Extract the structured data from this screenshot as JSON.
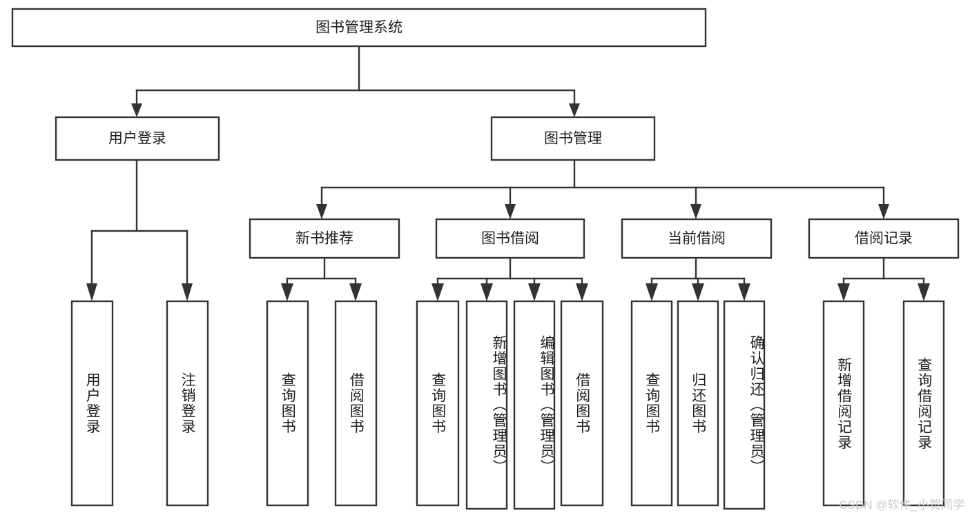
{
  "diagram": {
    "title": "图书管理系统",
    "type": "hierarchy-tree",
    "root": {
      "id": "root",
      "label": "图书管理系统"
    },
    "level2": [
      {
        "id": "user-login",
        "label": "用户登录"
      },
      {
        "id": "book-manage",
        "label": "图书管理"
      }
    ],
    "level3": [
      {
        "id": "new-book-recommend",
        "label": "新书推荐"
      },
      {
        "id": "book-borrow",
        "label": "图书借阅"
      },
      {
        "id": "current-borrow",
        "label": "当前借阅"
      },
      {
        "id": "borrow-record",
        "label": "借阅记录"
      }
    ],
    "leaves": {
      "user_login": [
        {
          "id": "leaf-user-login",
          "label": "用户登录"
        },
        {
          "id": "leaf-logout-login",
          "label": "注销登录"
        }
      ],
      "new_book_recommend": [
        {
          "id": "leaf-query-book-1",
          "label": "查询图书"
        },
        {
          "id": "leaf-borrow-book-1",
          "label": "借阅图书"
        }
      ],
      "book_borrow": [
        {
          "id": "leaf-query-book-2",
          "label": "查询图书"
        },
        {
          "id": "leaf-add-book-admin",
          "label": "新增图书（管理员）"
        },
        {
          "id": "leaf-edit-book-admin",
          "label": "编辑图书（管理员）"
        },
        {
          "id": "leaf-borrow-book-2",
          "label": "借阅图书"
        }
      ],
      "current_borrow": [
        {
          "id": "leaf-query-book-3",
          "label": "查询图书"
        },
        {
          "id": "leaf-return-book",
          "label": "归还图书"
        },
        {
          "id": "leaf-confirm-return-admin",
          "label": "确认归还（管理员）"
        }
      ],
      "borrow_record": [
        {
          "id": "leaf-add-borrow-record",
          "label": "新增借阅记录"
        },
        {
          "id": "leaf-query-borrow-record",
          "label": "查询借阅记录"
        }
      ]
    }
  },
  "watermark": {
    "text": "CSDN @软件_小贺同学"
  },
  "colors": {
    "background": "#ffffff",
    "box_fill": "#ffffff",
    "box_stroke": "#333333",
    "text": "#1d1d1d",
    "watermark": "#c9c9c9"
  }
}
